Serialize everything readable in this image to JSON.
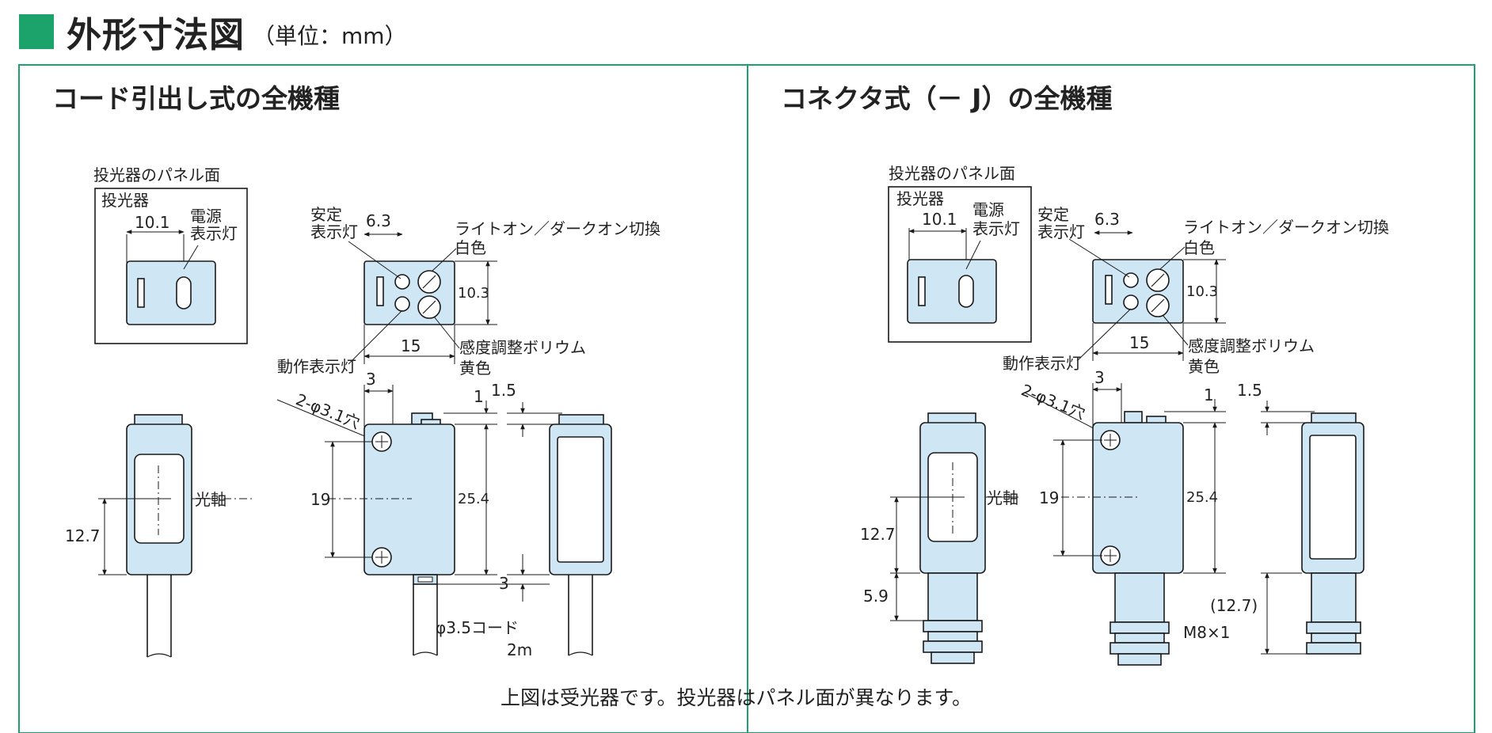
{
  "header": {
    "title": "外形寸法図",
    "unit": "（単位：mm）"
  },
  "panels": {
    "left": {
      "title": "コード引出し式の全機種"
    },
    "right": {
      "title": "コネクタ式（－ J）の全機種"
    }
  },
  "labels": {
    "panel_face": "投光器のパネル面",
    "emitter": "投光器",
    "power_ind_1": "電源",
    "power_ind_2": "表示灯",
    "stable_1": "安定",
    "stable_2": "表示灯",
    "lightdark": "ライトオン／ダークオン切換",
    "white": "白色",
    "sensitivity": "感度調整ボリウム",
    "yellow": "黄色",
    "op_ind": "動作表示灯",
    "hole": "2-φ3.1穴",
    "optical_axis": "光軸",
    "cord_1": "φ3.5コード",
    "cord_2": "2m",
    "connector": "M8×1",
    "footnote": "上図は受光器です。投光器はパネル面が異なります。"
  },
  "dims": {
    "d10_1": "10.1",
    "d6_3": "6.3",
    "d10_3": "10.3",
    "d15": "15",
    "d3": "3",
    "d1": "1",
    "d1_5": "1.5",
    "d19": "19",
    "d25_4": "25.4",
    "d12_7": "12.7",
    "d3b": "3",
    "d5_9": "5.9",
    "d12_7p": "(12.7)"
  },
  "colors": {
    "accent": "#1ba36b",
    "body": "#cfe7f5",
    "stroke": "#1a1a1a"
  }
}
